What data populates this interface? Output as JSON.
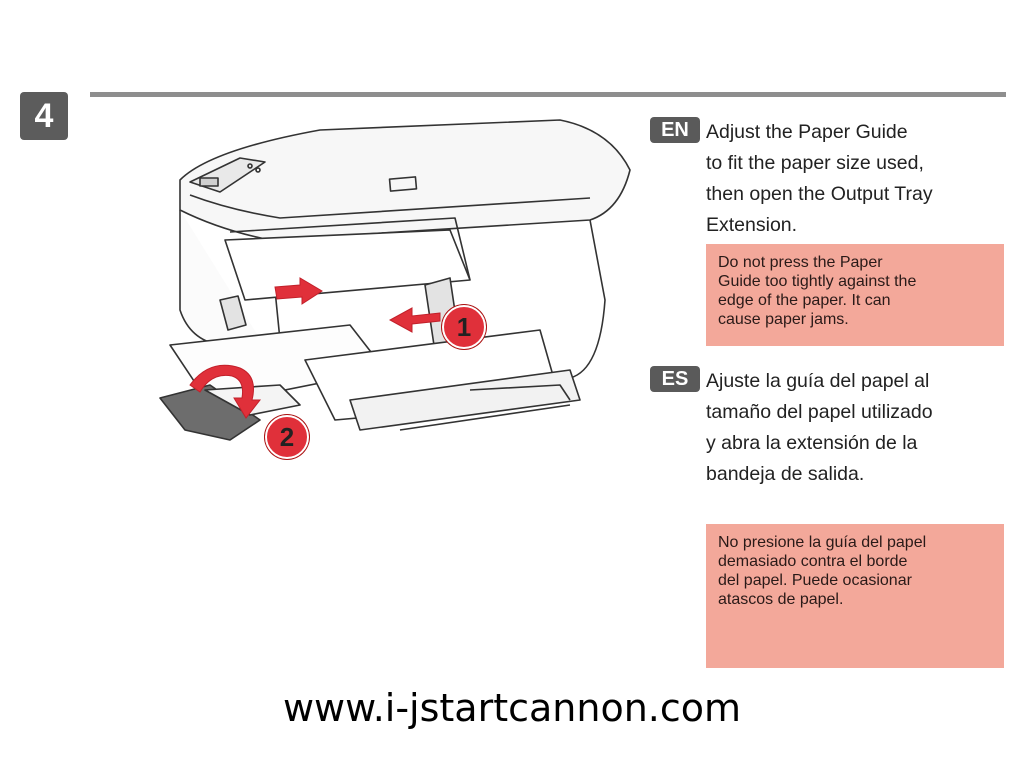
{
  "step": {
    "number": "4"
  },
  "figure": {
    "callout_1": "1",
    "callout_2": "2"
  },
  "en": {
    "tag": "EN",
    "instruction": "Adjust the Paper Guide\nto fit the paper size used,\nthen open the Output Tray\nExtension.",
    "note": "Do not press the Paper\nGuide too tightly against the\nedge of the paper. It can\ncause paper jams."
  },
  "es": {
    "tag": "ES",
    "instruction": "Ajuste la guía del papel al\ntamaño del papel utilizado\ny abra la extensión de la\nbandeja de salida.",
    "note": "No presione la guía del papel\ndemasiado contra el borde\ndel papel. Puede ocasionar\natascos de papel."
  },
  "footer": {
    "url": "www.i-jstartcannon.com"
  },
  "colors": {
    "note_bg": "#f3a89a",
    "arrow_red": "#e0303a",
    "badge_gray": "#5c5c5c"
  }
}
